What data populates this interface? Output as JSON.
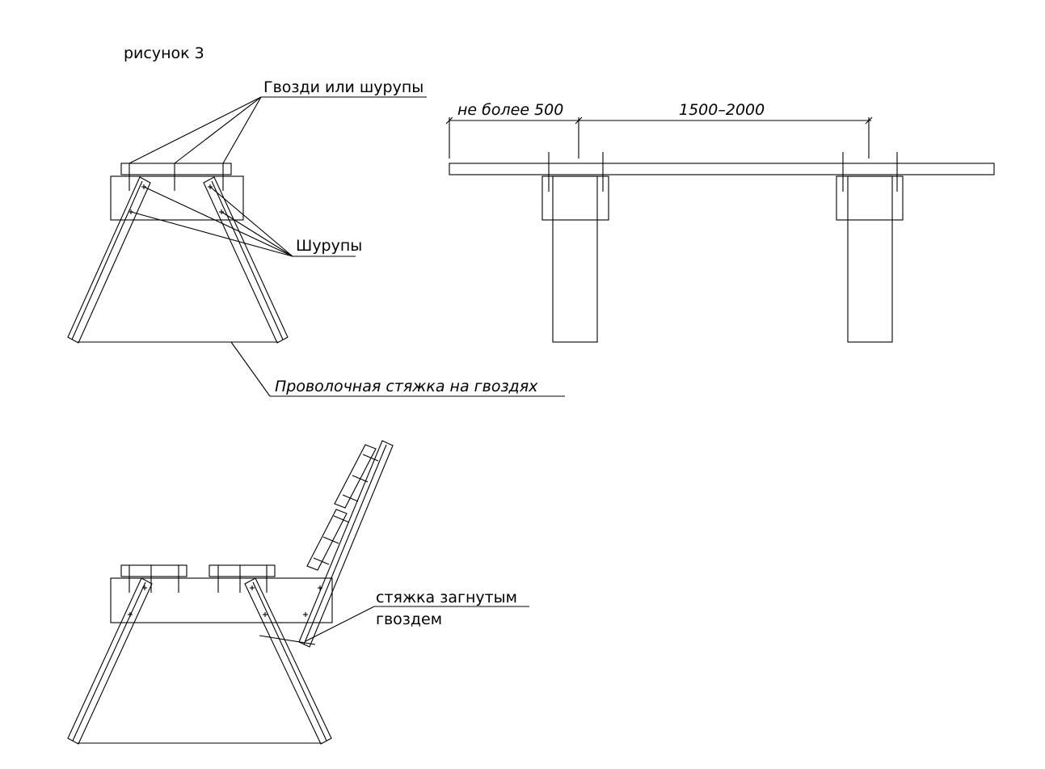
{
  "figure": {
    "caption": "рисунок 3"
  },
  "labels": {
    "nails_or_screws": "Гвозди или шурупы",
    "screws": "Шурупы",
    "wire_tie": "Проволочная стяжка на гвоздях",
    "bent_nail_line1": "стяжка загнутым",
    "bent_nail_line2": "гвоздем"
  },
  "dimensions": {
    "overhang": "не более 500",
    "span": "1500–2000"
  },
  "colors": {
    "ink": "#000000",
    "paper": "#ffffff"
  }
}
